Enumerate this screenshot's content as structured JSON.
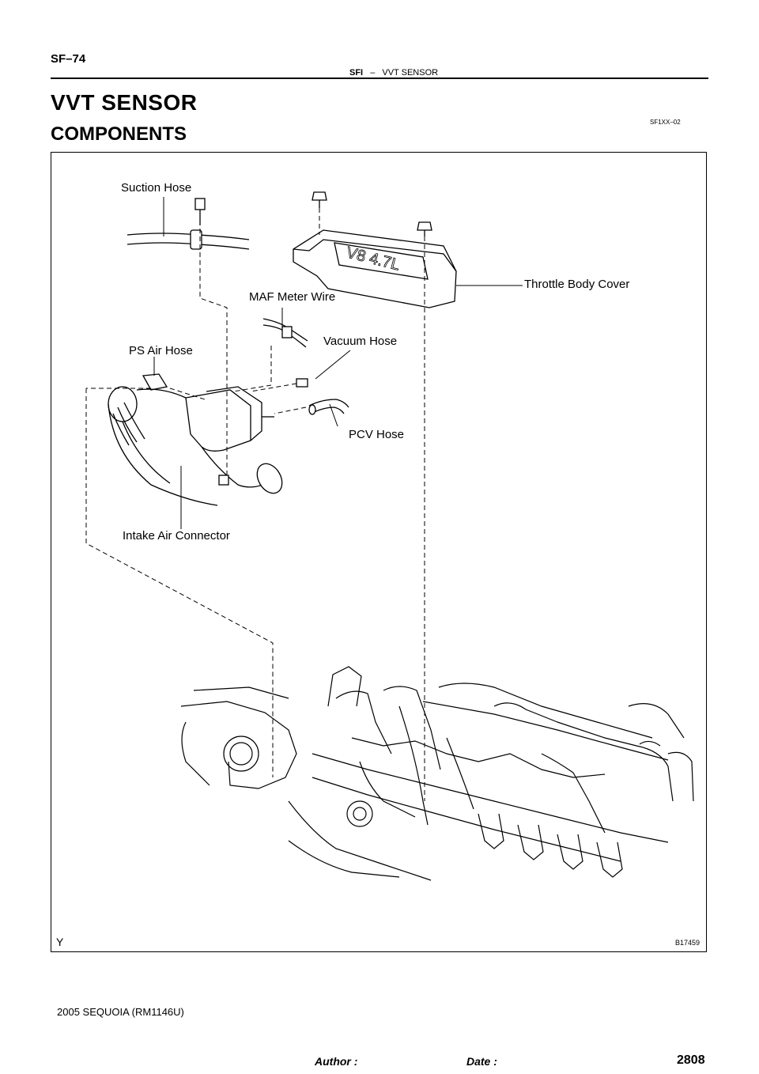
{
  "header": {
    "page_code": "SF–74",
    "section_abbr": "SFI",
    "separator": "–",
    "section_topic": "VVT SENSOR"
  },
  "title": "VVT SENSOR",
  "subtitle": "COMPONENTS",
  "doc_code": "SF1XX–02",
  "figure": {
    "labels": {
      "suction_hose": "Suction Hose",
      "throttle_body_cover": "Throttle Body Cover",
      "maf_meter_wire": "MAF Meter Wire",
      "vacuum_hose": "Vacuum Hose",
      "ps_air_hose": "PS Air Hose",
      "pcv_hose": "PCV Hose",
      "intake_air_connector": "Intake Air Connector"
    },
    "engine_cover_text": "V8 4.7L",
    "corner_left": "Y",
    "figure_id": "B17459"
  },
  "footer": {
    "vehicle": "2005 SEQUOIA   (RM1146U)",
    "author_label": "Author :",
    "date_label": "Date :",
    "page_total": "2808"
  }
}
